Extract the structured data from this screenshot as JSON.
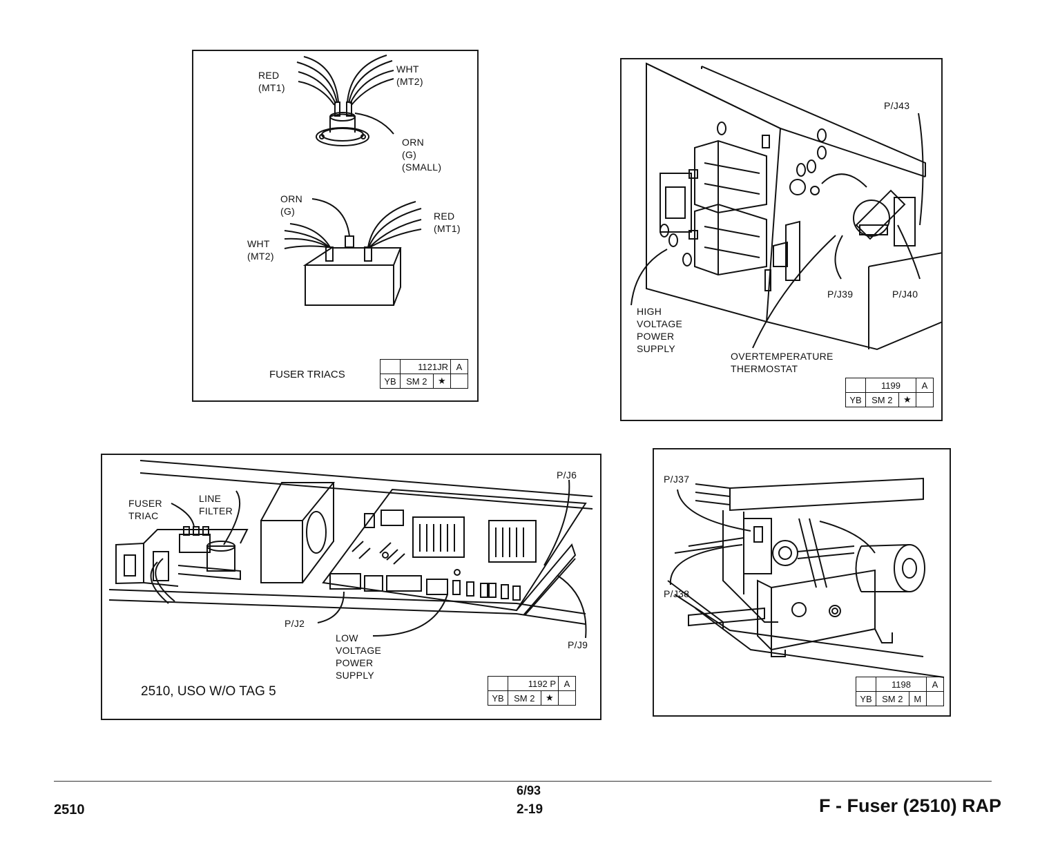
{
  "panels": {
    "triacs": {
      "labels": {
        "red_mt1_top": "RED\n(MT1)",
        "wht_mt2_top": "WHT\n(MT2)",
        "orn_g_small": "ORN\n(G)\n(SMALL)",
        "orn_g": "ORN\n(G)",
        "red_mt1": "RED\n(MT1)",
        "wht_mt2": "WHT\n(MT2)"
      },
      "caption": "FUSER TRIACS",
      "tag": {
        "blank": "",
        "code": "1121JR",
        "rev": "A",
        "yb": "YB",
        "sm": "SM 2",
        "mark": "★",
        "extra": ""
      }
    },
    "hvps": {
      "labels": {
        "pj43": "P/J43",
        "pj39": "P/J39",
        "pj40": "P/J40",
        "hvps": "HIGH\nVOLTAGE\nPOWER\nSUPPLY",
        "thermostat": "OVERTEMPERATURE\nTHERMOSTAT"
      },
      "tag": {
        "blank": "",
        "code": "1199",
        "rev": "A",
        "yb": "YB",
        "sm": "SM 2",
        "mark": "★",
        "extra": ""
      }
    },
    "lvps": {
      "labels": {
        "fuser_triac": "FUSER\nTRIAC",
        "line_filter": "LINE\nFILTER",
        "pj6": "P/J6",
        "pj2": "P/J2",
        "lvps": "LOW\nVOLTAGE\nPOWER\nSUPPLY",
        "pj9": "P/J9"
      },
      "caption": "2510, USO W/O TAG 5",
      "tag": {
        "blank": "",
        "code": "1192 P",
        "rev": "A",
        "yb": "YB",
        "sm": "SM 2",
        "mark": "★",
        "extra": ""
      }
    },
    "drive": {
      "labels": {
        "pj37": "P/J37",
        "pj38": "P/J38"
      },
      "tag": {
        "blank": "",
        "code": "1198",
        "rev": "A",
        "yb": "YB",
        "sm": "SM 2",
        "mark": "M",
        "extra": ""
      }
    }
  },
  "footer": {
    "left": "2510",
    "date": "6/93",
    "page": "2-19",
    "title": "F - Fuser (2510) RAP"
  }
}
